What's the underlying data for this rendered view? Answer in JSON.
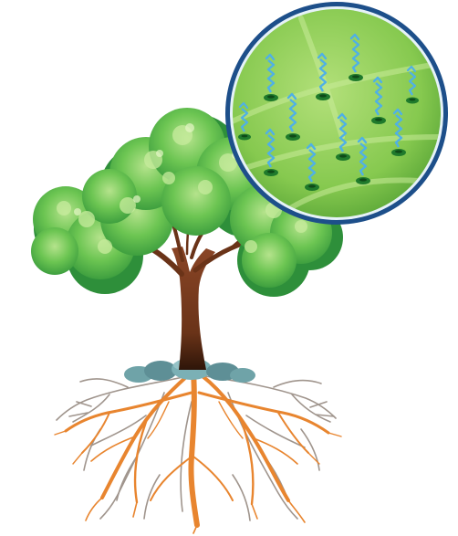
{
  "diagram": {
    "subject": "tree-transpiration",
    "inset": {
      "shows": "leaf-surface-stomata",
      "stomata_count": 12
    },
    "colors": {
      "foliage_light": "#8fd36a",
      "foliage_mid": "#4fb84a",
      "foliage_dark": "#2e8f3a",
      "trunk": "#7a3a1c",
      "trunk_dark": "#3b1a0c",
      "root_orange": "#e8852f",
      "root_gray": "#9a8f88",
      "rock": "#6fa3a8",
      "inset_ring": "#1d4f8a",
      "leaf_surface": "#8fd05a",
      "stoma": "#1f7a2c",
      "vapor": "#4fb0e6"
    }
  }
}
